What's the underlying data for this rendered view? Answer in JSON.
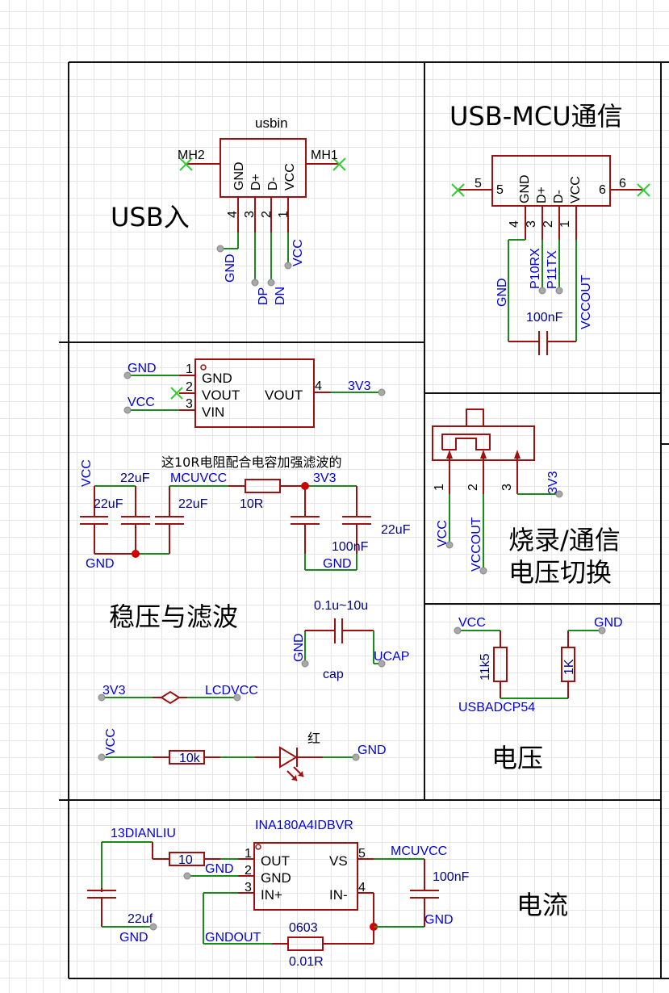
{
  "sections": {
    "usb_in": "USB入",
    "usb_mcu": "USB-MCU通信",
    "regulator": "稳压与滤波",
    "switch": "烧录/通信\n电压切换",
    "switch_line1": "烧录/通信",
    "switch_line2": "电压切换",
    "voltage": "电压",
    "current": "电流"
  },
  "usbin": {
    "name": "usbin",
    "pins": [
      "GND",
      "D+",
      "D-",
      "VCC"
    ],
    "pin_numbers": [
      "4",
      "3",
      "2",
      "1"
    ],
    "mh_left": "MH2",
    "mh_right": "MH1",
    "nets": [
      "GND",
      "DP",
      "DN",
      "VCC"
    ]
  },
  "usbmcu": {
    "pins": [
      "GND",
      "D+",
      "D-",
      "VCC"
    ],
    "pin_numbers": [
      "4",
      "3",
      "2",
      "1"
    ],
    "side_left_outer": "5",
    "side_left_inner": "5",
    "side_right_inner": "6",
    "side_right_outer": "6",
    "nets": [
      "GND",
      "P10RX",
      "P11TX",
      "VCCOUT"
    ],
    "cap": "100nF"
  },
  "ldo": {
    "pin_numbers": [
      "1",
      "2",
      "3",
      "4"
    ],
    "pins_left": [
      "GND",
      "VOUT",
      "VIN"
    ],
    "pin_right": "VOUT",
    "nets": {
      "gnd": "GND",
      "vcc": "VCC",
      "out": "3V3"
    }
  },
  "filter": {
    "note": "这10R电阻配合电容加强滤波的",
    "vcc_net": "VCC",
    "mcuvcc_net": "MCUVCC",
    "out_net": "3V3",
    "gnd_left": "GND",
    "gnd_right": "GND",
    "resistor": "10R",
    "caps_left": [
      "22uF",
      "22uF",
      "22uF"
    ],
    "cap_100n": "100nF",
    "cap_22u_right": "22uF"
  },
  "ucap": {
    "value": "0.1u~10u",
    "name": "cap",
    "gnd_net": "GND",
    "ucap_net": "UCAP"
  },
  "lcd": {
    "from": "3V3",
    "to": "LCDVCC"
  },
  "led": {
    "vcc": "VCC",
    "resistor": "10k",
    "color": "红",
    "gnd": "GND"
  },
  "switch": {
    "pin_numbers": [
      "1",
      "2",
      "3"
    ],
    "nets": [
      "VCC",
      "VCCOUT",
      "3V3"
    ]
  },
  "divider": {
    "vcc": "VCC",
    "gnd": "GND",
    "r1": "11k5",
    "r2": "1K",
    "net": "USBADCP54"
  },
  "ina": {
    "name": "INA180A4IDBVR",
    "pins_left": [
      "OUT",
      "GND",
      "IN+"
    ],
    "pins_right": [
      "VS",
      "IN-"
    ],
    "pin_numbers": [
      "1",
      "2",
      "3",
      "5",
      "4"
    ],
    "out_net": "13DIANLIU",
    "r_out": "10",
    "gnd_net": "GND",
    "cap_left": "22uf",
    "cap_left_gnd": "GND",
    "vs_net": "MCUVCC",
    "cap_right": "100nF",
    "cap_right_gnd": "GND",
    "shunt_pkg": "0603",
    "shunt_val": "0.01R",
    "gndout_net": "GNDOUT"
  }
}
